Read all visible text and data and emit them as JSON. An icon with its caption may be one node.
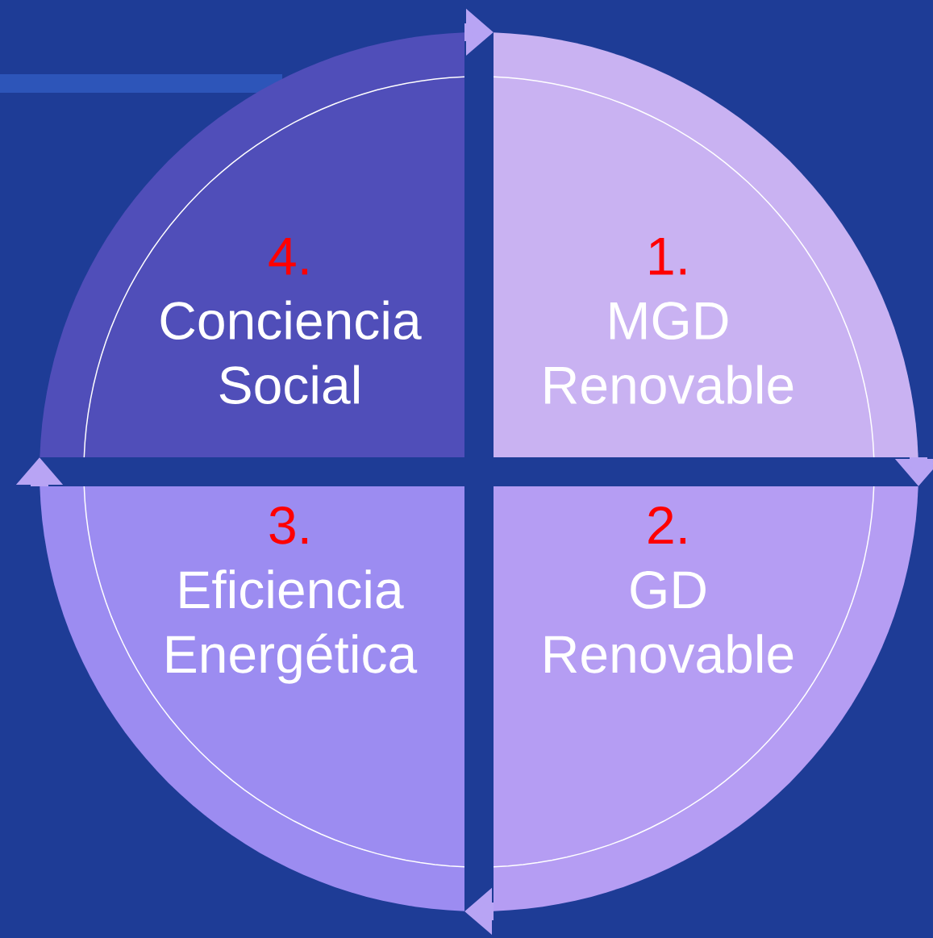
{
  "diagram": {
    "nodes": [
      {
        "text": [
          "1.",
          "MGD Renovable"
        ]
      },
      {
        "text": [
          "2.",
          "GD Renovable"
        ]
      },
      {
        "text": [
          "3.",
          "Eficiencia Energética"
        ]
      },
      {
        "text": [
          "4.",
          "Conciencia Social"
        ]
      }
    ],
    "edges": [
      {
        "from": 0,
        "to": 1,
        "arrow": "to"
      },
      {
        "from": 1,
        "to": 2,
        "arrow": "to"
      },
      {
        "from": 2,
        "to": 3,
        "arrow": "to"
      },
      {
        "from": 3,
        "to": 0,
        "arrow": "to"
      }
    ]
  }
}
